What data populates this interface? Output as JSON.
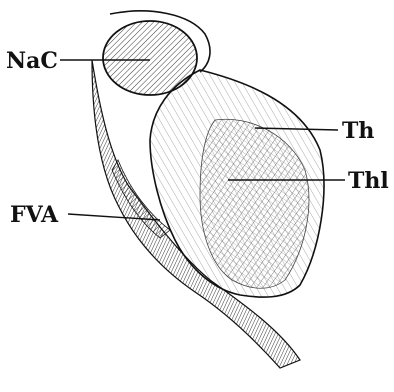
{
  "labels": {
    "nac": "NaC",
    "th": "Th",
    "thi": "Thl",
    "fva": "FVA"
  }
}
